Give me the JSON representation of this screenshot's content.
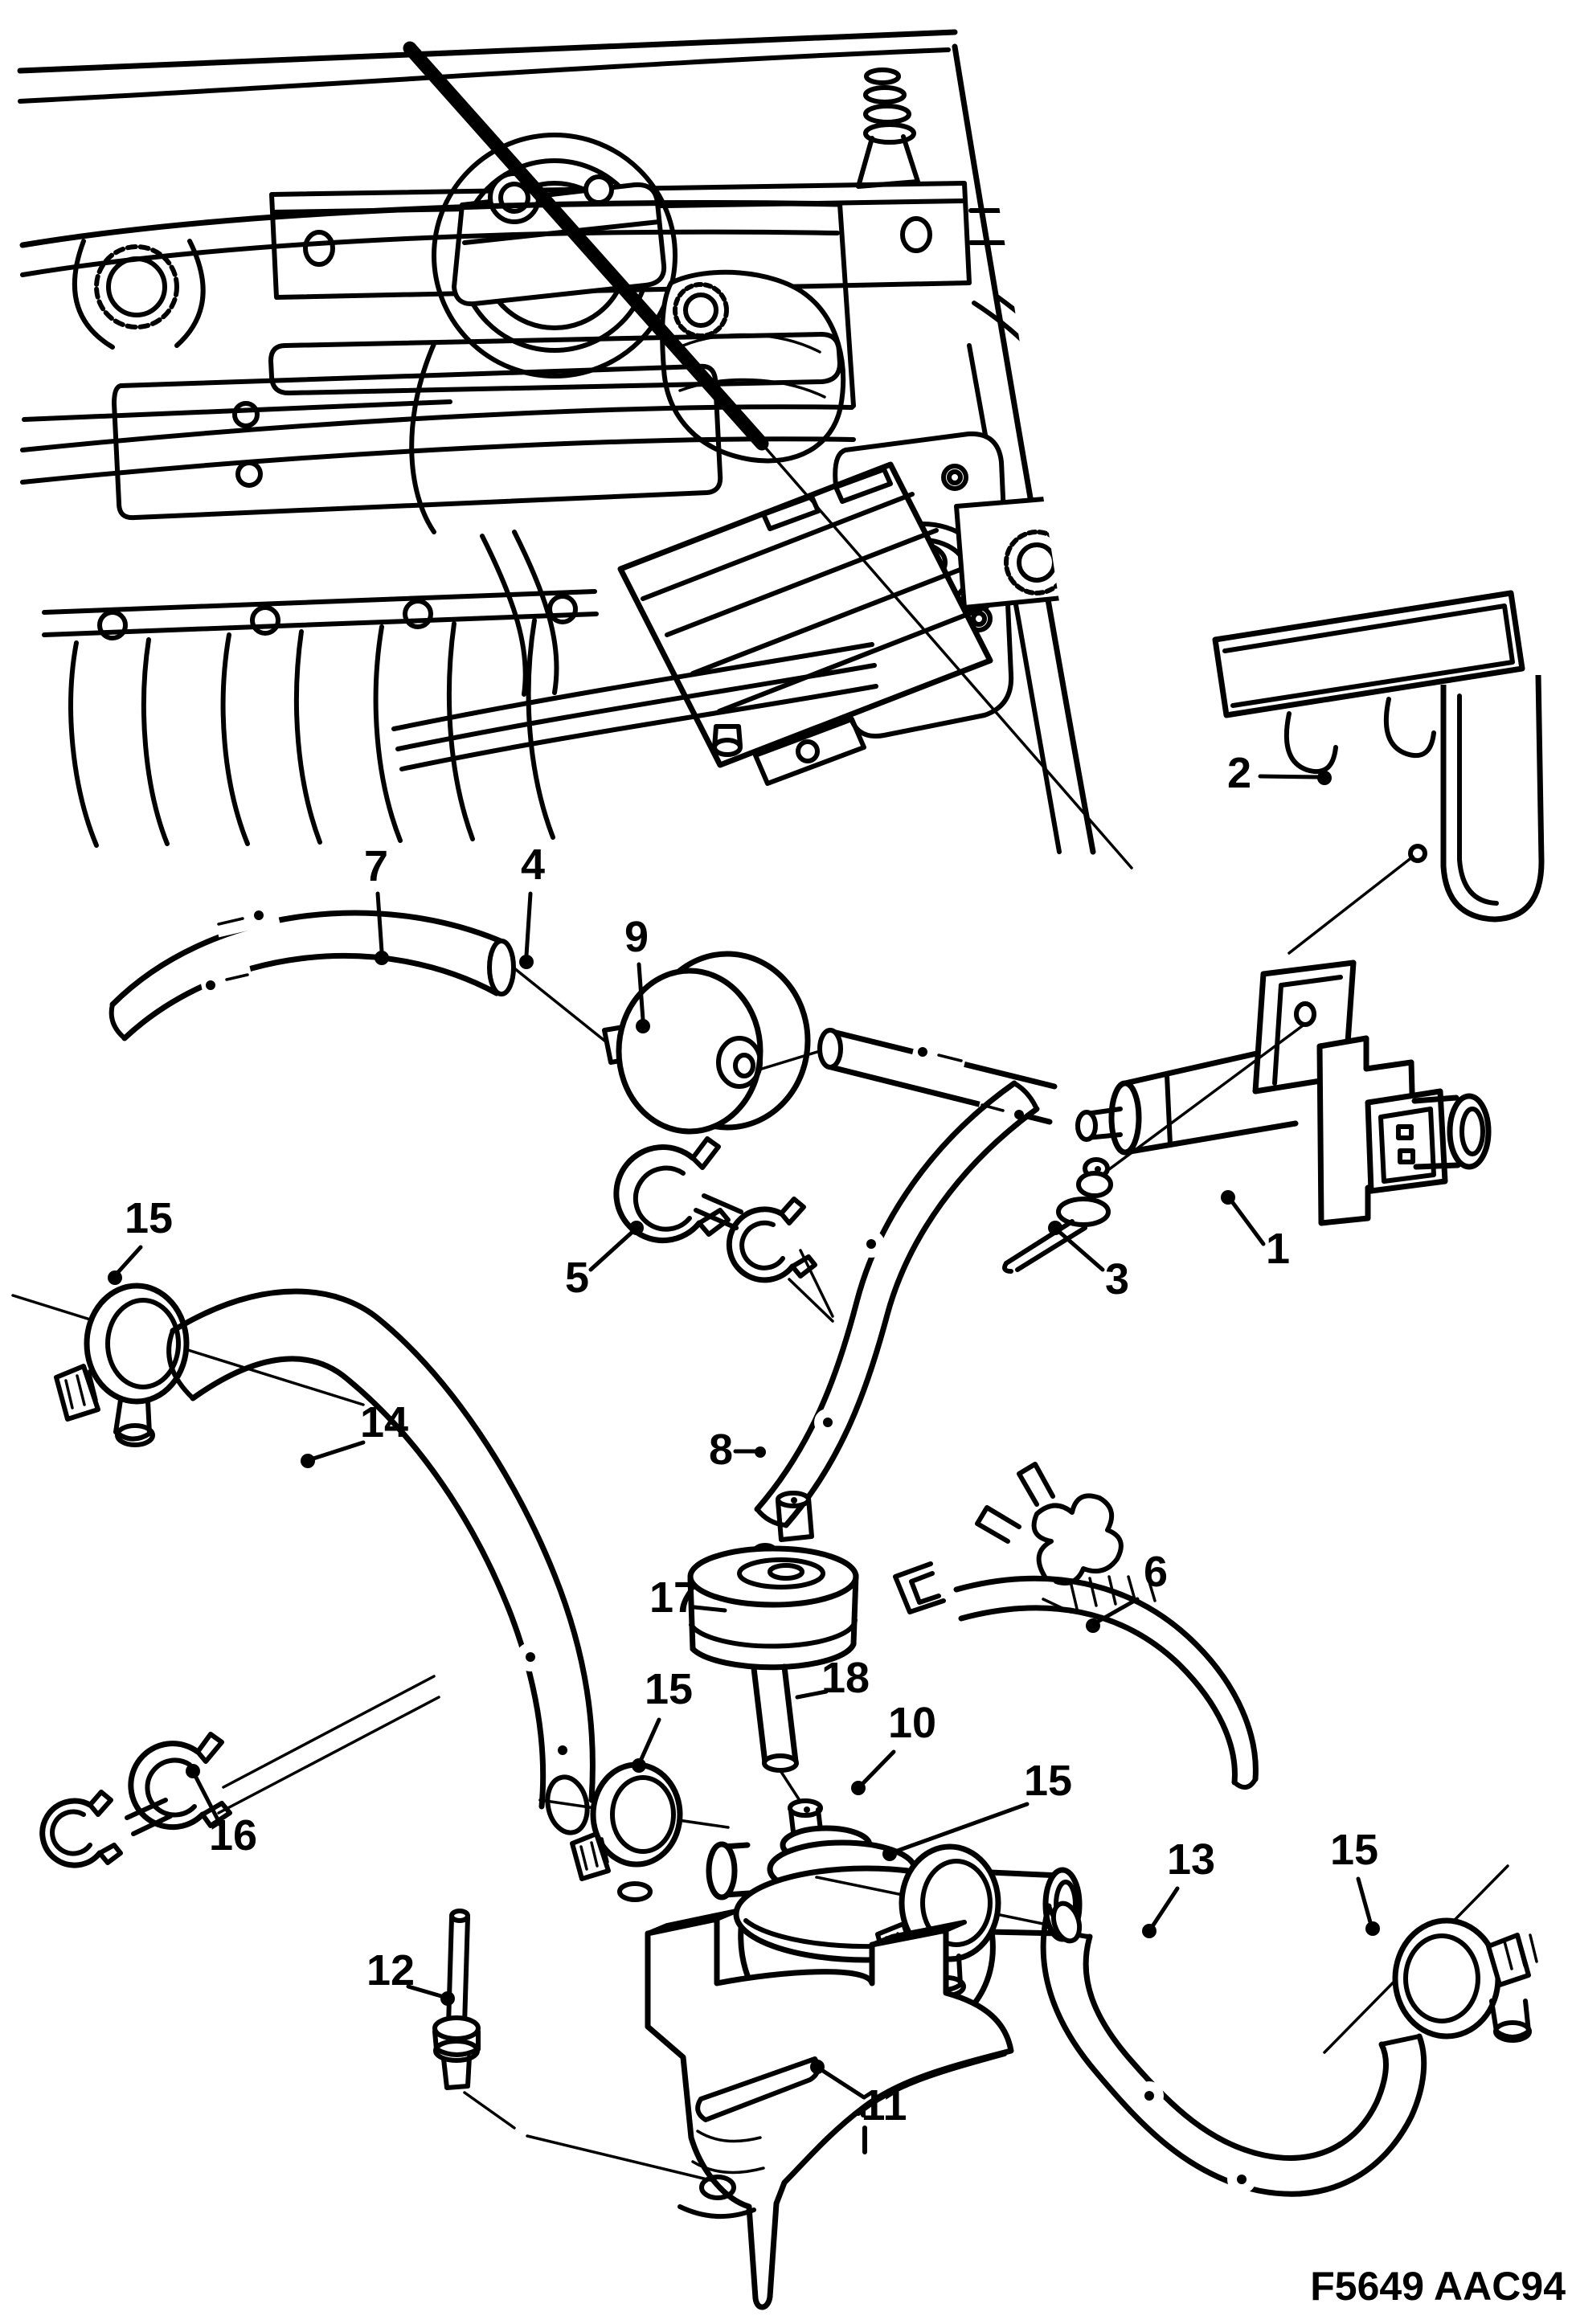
{
  "page": {
    "background": "#ffffff",
    "ink": "#000000"
  },
  "figure": {
    "kind": "exploded-parts-diagram",
    "footer_code": "F5649 AAC94"
  },
  "callouts": [
    {
      "num": "1"
    },
    {
      "num": "2"
    },
    {
      "num": "3"
    },
    {
      "num": "4"
    },
    {
      "num": "5"
    },
    {
      "num": "6"
    },
    {
      "num": "7"
    },
    {
      "num": "8"
    },
    {
      "num": "9"
    },
    {
      "num": "10"
    },
    {
      "num": "11"
    },
    {
      "num": "12"
    },
    {
      "num": "13"
    },
    {
      "num": "14"
    },
    {
      "num": "15"
    },
    {
      "num": "15"
    },
    {
      "num": "15"
    },
    {
      "num": "15"
    },
    {
      "num": "16"
    },
    {
      "num": "17"
    },
    {
      "num": "18"
    }
  ]
}
